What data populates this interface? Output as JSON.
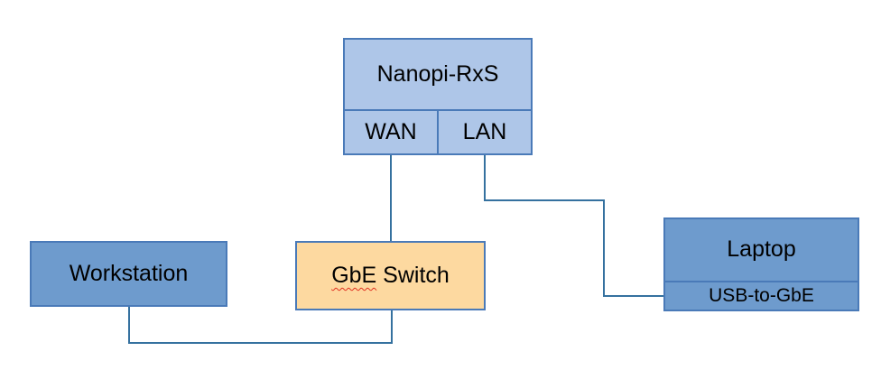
{
  "diagram": {
    "nanopi": {
      "title": "Nanopi-RxS",
      "ports": [
        {
          "label": "WAN"
        },
        {
          "label": "LAN"
        }
      ]
    },
    "workstation": {
      "label": "Workstation"
    },
    "switch": {
      "label_misspelled": "GbE",
      "label_rest": " Switch"
    },
    "laptop": {
      "title": "Laptop",
      "sub_label": "USB-to-GbE"
    },
    "connections": [
      {
        "from": "Nanopi-RxS WAN",
        "to": "GbE Switch"
      },
      {
        "from": "Nanopi-RxS LAN",
        "to": "Laptop USB-to-GbE"
      },
      {
        "from": "Workstation",
        "to": "GbE Switch"
      }
    ]
  },
  "colors": {
    "node_fill_light": "#aec6e8",
    "node_fill_medium": "#6e9bcd",
    "switch_fill": "#fdd9a0",
    "node_border": "#4a7ab8",
    "connector": "#35719f",
    "spellcheck": "#e03020"
  }
}
